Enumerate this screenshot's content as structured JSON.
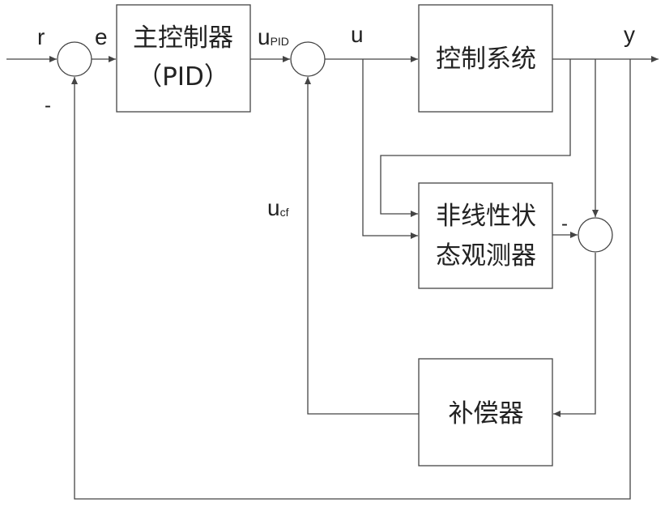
{
  "blocks": {
    "main_controller": {
      "line1": "主控制器",
      "line2": "（PID）"
    },
    "control_system": {
      "label": "控制系统"
    },
    "observer": {
      "line1": "非线性状",
      "line2": "态观测器"
    },
    "compensator": {
      "label": "补偿器"
    }
  },
  "signals": {
    "r": "r",
    "e": "e",
    "u_pid": {
      "base": "u",
      "sub": "PID"
    },
    "u": "u",
    "y": "y",
    "u_cf": {
      "base": "u",
      "sub": "cf"
    }
  },
  "signs": {
    "feedback_minus": "-",
    "observer_minus": "-"
  }
}
